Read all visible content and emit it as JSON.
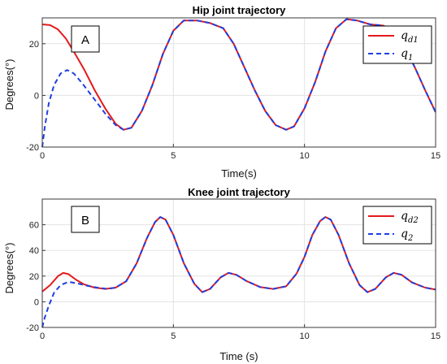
{
  "chart_data": [
    {
      "type": "line",
      "panel_label": "A",
      "title": "Hip joint trajectory",
      "xlabel": "Time(s)",
      "ylabel": "Degrees(°)",
      "xlim": [
        0,
        15
      ],
      "ylim": [
        -20,
        30
      ],
      "xticks": [
        "0",
        "5",
        "10",
        "15"
      ],
      "yticks": [
        "-20",
        "0",
        "20"
      ],
      "grid": true,
      "legend_position": "top-right",
      "series": [
        {
          "name": "q_d1",
          "legend_main": "q",
          "legend_sub": "d1",
          "color": "#e41a1c",
          "style": "solid",
          "points": [
            [
              0,
              27.5
            ],
            [
              0.3,
              27.2
            ],
            [
              0.6,
              25.5
            ],
            [
              0.9,
              22
            ],
            [
              1.2,
              17
            ],
            [
              1.6,
              10
            ],
            [
              2.0,
              2
            ],
            [
              2.4,
              -5
            ],
            [
              2.8,
              -11
            ],
            [
              3.1,
              -13.3
            ],
            [
              3.4,
              -12.5
            ],
            [
              3.8,
              -6
            ],
            [
              4.2,
              4
            ],
            [
              4.6,
              16
            ],
            [
              5.0,
              25
            ],
            [
              5.4,
              29
            ],
            [
              5.9,
              29
            ],
            [
              6.4,
              28
            ],
            [
              6.9,
              26
            ],
            [
              7.3,
              20
            ],
            [
              7.7,
              11
            ],
            [
              8.1,
              2
            ],
            [
              8.5,
              -6
            ],
            [
              8.9,
              -11.5
            ],
            [
              9.3,
              -13.3
            ],
            [
              9.6,
              -12
            ],
            [
              10.0,
              -5
            ],
            [
              10.4,
              5
            ],
            [
              10.8,
              17
            ],
            [
              11.2,
              26
            ],
            [
              11.6,
              29.5
            ],
            [
              12.0,
              29
            ],
            [
              12.5,
              27.5
            ],
            [
              13.0,
              27
            ],
            [
              13.4,
              25
            ],
            [
              13.8,
              19
            ],
            [
              14.2,
              11
            ],
            [
              14.6,
              2
            ],
            [
              15.0,
              -6.5
            ]
          ]
        },
        {
          "name": "q_1",
          "legend_main": "q",
          "legend_sub": "1",
          "color": "#1f3fe0",
          "style": "dashed",
          "points": [
            [
              0,
              -20
            ],
            [
              0.1,
              -12
            ],
            [
              0.25,
              -3
            ],
            [
              0.45,
              4
            ],
            [
              0.7,
              8.5
            ],
            [
              0.95,
              9.8
            ],
            [
              1.2,
              8.5
            ],
            [
              1.5,
              5
            ],
            [
              1.8,
              1
            ],
            [
              2.1,
              -3
            ],
            [
              2.4,
              -7
            ],
            [
              2.8,
              -11.5
            ],
            [
              3.1,
              -13.3
            ],
            [
              3.4,
              -12.5
            ],
            [
              3.8,
              -6
            ],
            [
              4.2,
              4
            ],
            [
              4.6,
              16
            ],
            [
              5.0,
              25
            ],
            [
              5.4,
              29
            ],
            [
              5.9,
              29
            ],
            [
              6.4,
              28
            ],
            [
              6.9,
              26
            ],
            [
              7.3,
              20
            ],
            [
              7.7,
              11
            ],
            [
              8.1,
              2
            ],
            [
              8.5,
              -6
            ],
            [
              8.9,
              -11.5
            ],
            [
              9.3,
              -13.3
            ],
            [
              9.6,
              -12
            ],
            [
              10.0,
              -5
            ],
            [
              10.4,
              5
            ],
            [
              10.8,
              17
            ],
            [
              11.2,
              26
            ],
            [
              11.6,
              29.5
            ],
            [
              12.0,
              29
            ],
            [
              12.5,
              27.5
            ],
            [
              13.0,
              27
            ],
            [
              13.4,
              25
            ],
            [
              13.8,
              19
            ],
            [
              14.2,
              11
            ],
            [
              14.6,
              2
            ],
            [
              15.0,
              -6.5
            ]
          ]
        }
      ]
    },
    {
      "type": "line",
      "panel_label": "B",
      "title": "Knee joint trajectory",
      "xlabel": "Time (s)",
      "ylabel": "Degrees(°)",
      "xlim": [
        0,
        15
      ],
      "ylim": [
        -20,
        80
      ],
      "xticks": [
        "0",
        "5",
        "10",
        "15"
      ],
      "yticks": [
        "-20",
        "0",
        "20",
        "40",
        "60"
      ],
      "grid": true,
      "legend_position": "top-right",
      "series": [
        {
          "name": "q_d2",
          "legend_main": "q",
          "legend_sub": "d2",
          "color": "#e41a1c",
          "style": "solid",
          "points": [
            [
              0,
              8
            ],
            [
              0.3,
              13
            ],
            [
              0.6,
              20
            ],
            [
              0.8,
              22.5
            ],
            [
              1.0,
              21.5
            ],
            [
              1.3,
              17
            ],
            [
              1.6,
              13.5
            ],
            [
              2.0,
              11
            ],
            [
              2.4,
              10
            ],
            [
              2.8,
              11
            ],
            [
              3.2,
              16
            ],
            [
              3.6,
              30
            ],
            [
              4.0,
              50
            ],
            [
              4.3,
              62
            ],
            [
              4.5,
              66
            ],
            [
              4.7,
              64
            ],
            [
              5.0,
              52
            ],
            [
              5.4,
              30
            ],
            [
              5.8,
              14
            ],
            [
              6.1,
              7.5
            ],
            [
              6.4,
              10
            ],
            [
              6.8,
              19
            ],
            [
              7.1,
              22.5
            ],
            [
              7.4,
              21
            ],
            [
              7.8,
              16
            ],
            [
              8.3,
              11.5
            ],
            [
              8.8,
              10
            ],
            [
              9.3,
              12
            ],
            [
              9.7,
              22
            ],
            [
              10.0,
              35
            ],
            [
              10.3,
              52
            ],
            [
              10.6,
              63
            ],
            [
              10.8,
              66
            ],
            [
              11.0,
              64
            ],
            [
              11.3,
              52
            ],
            [
              11.7,
              30
            ],
            [
              12.1,
              13
            ],
            [
              12.4,
              7.5
            ],
            [
              12.7,
              10
            ],
            [
              13.1,
              19
            ],
            [
              13.4,
              22.5
            ],
            [
              13.7,
              21
            ],
            [
              14.1,
              15
            ],
            [
              14.6,
              11
            ],
            [
              15.0,
              9.5
            ]
          ]
        },
        {
          "name": "q_2",
          "legend_main": "q",
          "legend_sub": "2",
          "color": "#1f3fe0",
          "style": "dashed",
          "points": [
            [
              0,
              -20
            ],
            [
              0.1,
              -12
            ],
            [
              0.25,
              -3
            ],
            [
              0.45,
              7
            ],
            [
              0.7,
              13
            ],
            [
              1.0,
              15.5
            ],
            [
              1.3,
              14.5
            ],
            [
              1.7,
              12.5
            ],
            [
              2.1,
              11
            ],
            [
              2.5,
              10
            ],
            [
              2.8,
              11
            ],
            [
              3.2,
              16
            ],
            [
              3.6,
              30
            ],
            [
              4.0,
              50
            ],
            [
              4.3,
              62
            ],
            [
              4.5,
              66
            ],
            [
              4.7,
              64
            ],
            [
              5.0,
              52
            ],
            [
              5.4,
              30
            ],
            [
              5.8,
              14
            ],
            [
              6.1,
              7.5
            ],
            [
              6.4,
              10
            ],
            [
              6.8,
              19
            ],
            [
              7.1,
              22.5
            ],
            [
              7.4,
              21
            ],
            [
              7.8,
              16
            ],
            [
              8.3,
              11.5
            ],
            [
              8.8,
              10
            ],
            [
              9.3,
              12
            ],
            [
              9.7,
              22
            ],
            [
              10.0,
              35
            ],
            [
              10.3,
              52
            ],
            [
              10.6,
              63
            ],
            [
              10.8,
              66
            ],
            [
              11.0,
              64
            ],
            [
              11.3,
              52
            ],
            [
              11.7,
              30
            ],
            [
              12.1,
              13
            ],
            [
              12.4,
              7.5
            ],
            [
              12.7,
              10
            ],
            [
              13.1,
              19
            ],
            [
              13.4,
              22.5
            ],
            [
              13.7,
              21
            ],
            [
              14.1,
              15
            ],
            [
              14.6,
              11
            ],
            [
              15.0,
              9.5
            ]
          ]
        }
      ]
    }
  ]
}
